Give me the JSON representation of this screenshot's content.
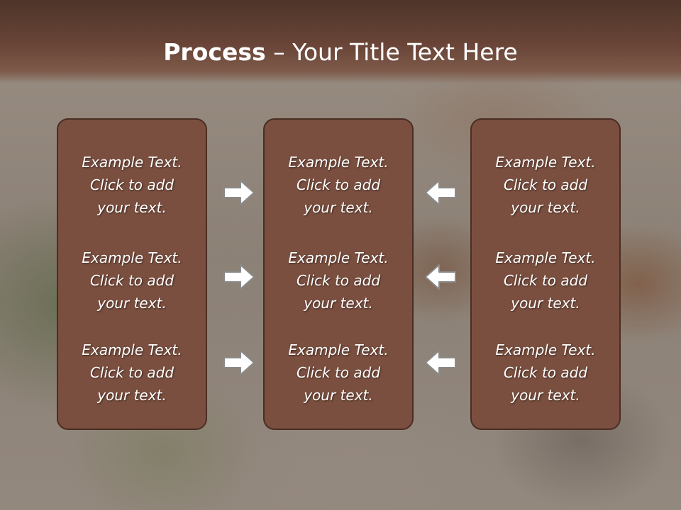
{
  "title": {
    "bold": "Process",
    "rest": " – Your Title Text Here"
  },
  "columns": [
    {
      "items": [
        "Example Text.\nClick  to add\nyour text.",
        "Example Text.\nClick  to add\nyour text.",
        "Example Text.\nClick  to add\nyour text."
      ]
    },
    {
      "items": [
        "Example Text.\nClick  to add\nyour text.",
        "Example Text.\nClick  to add\nyour text.",
        "Example Text.\nClick  to add\nyour text."
      ]
    },
    {
      "items": [
        "Example Text.\nClick  to add\nyour text.",
        "Example Text.\nClick  to add\nyour text.",
        "Example Text.\nClick  to add\nyour text."
      ]
    }
  ],
  "arrows": {
    "left_group": "right-arrow-icon",
    "right_group": "left-arrow-icon"
  },
  "colors": {
    "box_fill": "#7b4f3f",
    "box_border": "#4a2e22",
    "title_band": "#6a4538",
    "arrow_fill": "#ffffff",
    "arrow_stroke": "#8a8a8a"
  }
}
